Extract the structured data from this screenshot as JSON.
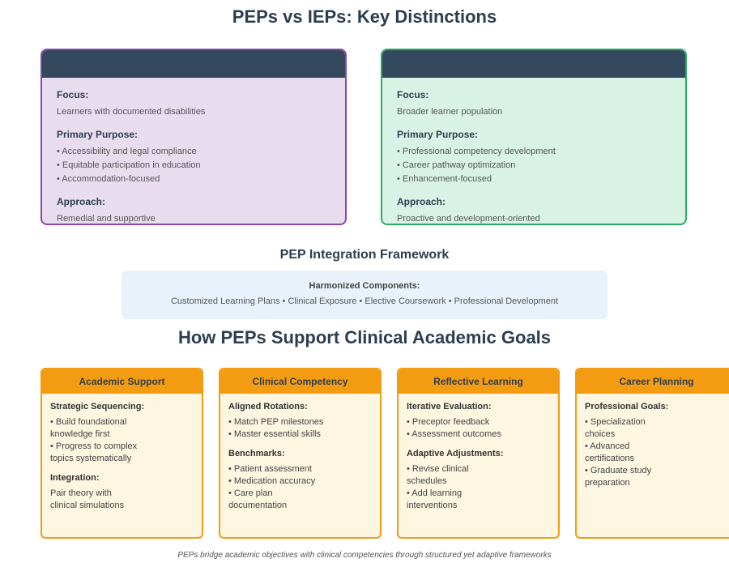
{
  "title": "PEPs vs IEPs: Key Distinctions",
  "iep": {
    "focus_label": "Focus:",
    "focus": "Learners with documented disabilities",
    "purpose_label": "Primary Purpose:",
    "purpose_items": [
      "• Accessibility and legal compliance",
      "• Equitable participation in education",
      "• Accommodation-focused"
    ],
    "approach_label": "Approach:",
    "approach": "Remedial and supportive"
  },
  "pep": {
    "focus_label": "Focus:",
    "focus": "Broader learner population",
    "purpose_label": "Primary Purpose:",
    "purpose_items": [
      "• Professional competency development",
      "• Career pathway optimization",
      "• Enhancement-focused"
    ],
    "approach_label": "Approach:",
    "approach": "Proactive and development-oriented"
  },
  "framework": {
    "title": "PEP Integration Framework",
    "label": "Harmonized Components:",
    "text": "Customized Learning Plans • Clinical Exposure • Elective Coursework • Professional Development"
  },
  "support_title": "How PEPs Support Clinical Academic Goals",
  "cards": [
    {
      "title": "Academic Support",
      "sections": [
        {
          "label": "Strategic Sequencing:",
          "lines": [
            "• Build foundational",
            "knowledge first",
            "• Progress to complex",
            "topics systematically"
          ]
        },
        {
          "label": "Integration:",
          "lines": [
            "Pair theory with",
            "clinical simulations"
          ]
        }
      ]
    },
    {
      "title": "Clinical Competency",
      "sections": [
        {
          "label": "Aligned Rotations:",
          "lines": [
            "• Match PEP milestones",
            "• Master essential skills"
          ]
        },
        {
          "label": "Benchmarks:",
          "lines": [
            "• Patient assessment",
            "• Medication accuracy",
            "• Care plan",
            "documentation"
          ]
        }
      ]
    },
    {
      "title": "Reflective Learning",
      "sections": [
        {
          "label": "Iterative Evaluation:",
          "lines": [
            "• Preceptor feedback",
            "• Assessment outcomes"
          ]
        },
        {
          "label": "Adaptive Adjustments:",
          "lines": [
            "• Revise clinical",
            "schedules",
            "• Add learning",
            "interventions"
          ]
        }
      ]
    },
    {
      "title": "Career Planning",
      "sections": [
        {
          "label": "Professional Goals:",
          "lines": [
            "• Specialization",
            "choices",
            "• Advanced",
            "certifications",
            "• Graduate study",
            "preparation"
          ]
        }
      ]
    }
  ],
  "footer": "PEPs bridge academic objectives with clinical competencies through structured yet adaptive frameworks",
  "colors": {
    "iep_bg": "#e8dcef",
    "iep_border": "#8e44ad",
    "pep_bg": "#d8f3e5",
    "pep_border": "#27ae60",
    "header_bar": "#34495e",
    "card_accent": "#f39c12"
  }
}
